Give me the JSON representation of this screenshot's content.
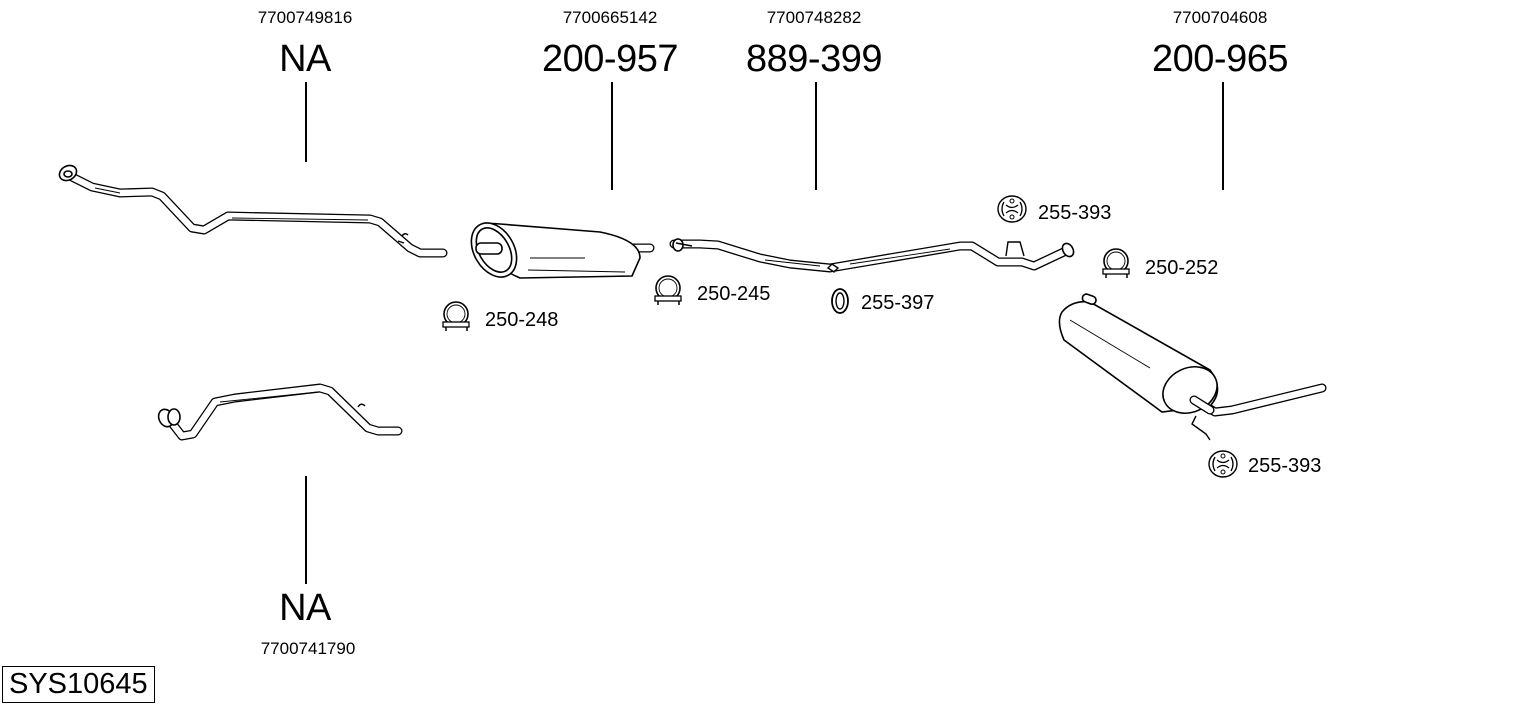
{
  "diagram": {
    "type": "exhaust-system-parts-diagram",
    "system_code": "SYS10645",
    "components": [
      {
        "id": "front-pipe-a",
        "part_number": "NA",
        "oem_number": "7700749816",
        "label_pos": "top"
      },
      {
        "id": "front-silencer",
        "part_number": "200-957",
        "oem_number": "7700665142",
        "label_pos": "top"
      },
      {
        "id": "intermediate-pipe",
        "part_number": "889-399",
        "oem_number": "7700748282",
        "label_pos": "top"
      },
      {
        "id": "rear-silencer",
        "part_number": "200-965",
        "oem_number": "7700704608",
        "label_pos": "top"
      },
      {
        "id": "front-pipe-b",
        "part_number": "NA",
        "oem_number": "7700741790",
        "label_pos": "bottom"
      }
    ],
    "hardware": [
      {
        "id": "clamp-1",
        "icon": "pipe-clamp-icon",
        "part_number": "250-248"
      },
      {
        "id": "clamp-2",
        "icon": "pipe-clamp-icon",
        "part_number": "250-245"
      },
      {
        "id": "seal-ring",
        "icon": "sealing-ring-icon",
        "part_number": "255-397"
      },
      {
        "id": "hanger-1",
        "icon": "rubber-hanger-icon",
        "part_number": "255-393"
      },
      {
        "id": "clamp-3",
        "icon": "pipe-clamp-icon",
        "part_number": "250-252"
      },
      {
        "id": "hanger-2",
        "icon": "rubber-hanger-icon",
        "part_number": "255-393"
      }
    ]
  }
}
